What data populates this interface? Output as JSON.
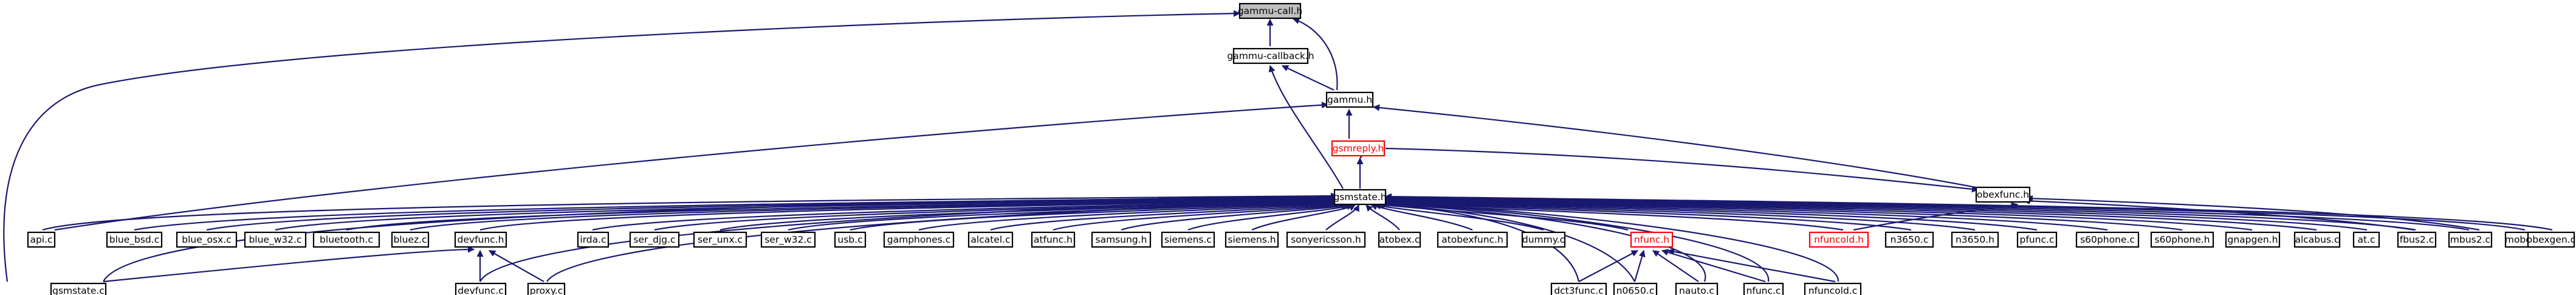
{
  "title": "gammu-call.h include dependency graph",
  "colors": {
    "edge": "#191970",
    "node_border": "#000000",
    "focus_fill": "#bfbfbf",
    "missing_border": "#ff0000"
  },
  "nodes": {
    "gammu_call_h": "gammu-call.h",
    "gammu_callback_h": "gammu-callback.h",
    "gammu_h": "gammu.h",
    "gsmreply_h": "gsmreply.h",
    "gsmstate_h": "gsmstate.h",
    "obexfunc_h": "obexfunc.h",
    "api_c": "api.c",
    "blue_bsd_c": "blue_bsd.c",
    "blue_osx_c": "blue_osx.c",
    "blue_w32_c": "blue_w32.c",
    "bluetoth_c": "bluetooth.c",
    "bluez_c": "bluez.c",
    "devfunc_h": "devfunc.h",
    "irda_c": "irda.c",
    "ser_djg_c": "ser_djg.c",
    "ser_unx_c": "ser_unx.c",
    "ser_w32_c": "ser_w32.c",
    "usb_c": "usb.c",
    "gnapphones_c": "gamphones.c",
    "alcatel_c": "alcatel.c",
    "atfunc_h": "atfunc.h",
    "samsung_h": "samsung.h",
    "siemens_c": "siemens.c",
    "siemens_h": "siemens.h",
    "sonyericsson_h": "sonyericsson.h",
    "atobex_c": "atobex.c",
    "atobexfunc_h": "atobexfunc.h",
    "dummy_c": "dummy.c",
    "nfunc_h": "nfunc.h",
    "nfuncold_h": "nfuncold.h",
    "n3650_c": "n3650.c",
    "n3650_h": "n3650.h",
    "pfunc_c": "pfunc.c",
    "s60phone_c": "s60phone.c",
    "s60phone_h": "s60phone.h",
    "gnapgen_h": "gnapgen.h",
    "alcabus_c": "alcabus.c",
    "at_c": "at.c",
    "fbus2_c": "fbus2.c",
    "mbus2_c": "mbus2.c",
    "mobex_c": "mobex.c",
    "obexgen_c": "obexgen.c",
    "gsmstate_c": "gsmstate.c",
    "devfunc_c": "devfunc.c",
    "proxy_c": "proxy.c",
    "dct3func_c": "dct3func.c",
    "n0650_c": "n0650.c",
    "nauto_c": "nauto.c",
    "nfunc_c": "nfunc.c",
    "nfuncold_c": "nfuncold.c"
  }
}
